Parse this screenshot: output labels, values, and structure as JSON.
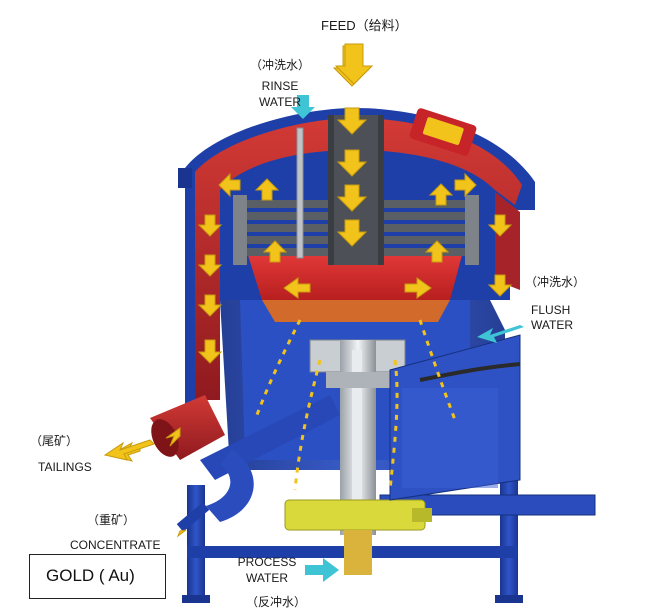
{
  "labels": {
    "feed": "FEED（给料）",
    "rinse_cn": "（冲洗水）",
    "rinse_1": "RINSE",
    "rinse_2": "WATER",
    "flush_cn": "（冲洗水）",
    "flush_1": "FLUSH",
    "flush_2": "WATER",
    "tailings_cn": "（尾矿）",
    "tailings": "TAILINGS",
    "concentrate_cn": "（重矿）",
    "concentrate": "CONCENTRATE",
    "process_1": "PROCESS",
    "process_2": "WATER",
    "process_cn": "（反冲水）",
    "gold": "GOLD ( Au)"
  },
  "colors": {
    "frame_blue": "#1f3fa8",
    "shell_red": "#b5262c",
    "flow_arrow": "#f2c31b",
    "water_arrow": "#3fc4d6"
  },
  "icons": [
    "feed-arrow",
    "rinse-water-arrow",
    "flush-water-arrow",
    "tailings-arrow",
    "concentrate-arrow",
    "process-water-arrow"
  ]
}
